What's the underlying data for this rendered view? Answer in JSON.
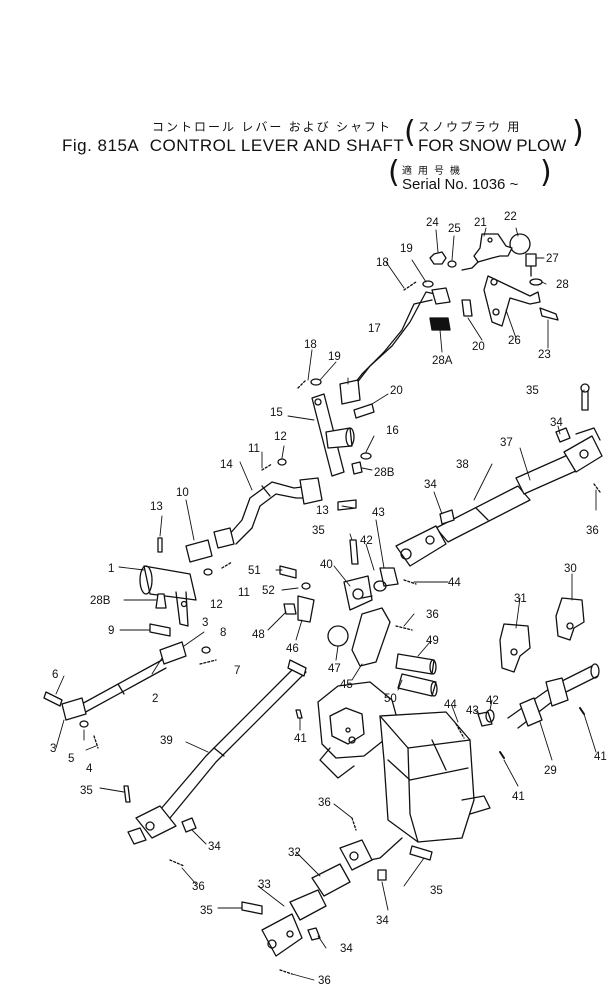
{
  "header": {
    "jp_title": "コントロール レバー および シャフト",
    "jp_subtitle": "スノウプラウ 用",
    "fig_number": "Fig. 815A",
    "title": "CONTROL LEVER AND SHAFT",
    "subtitle": "FOR SNOW PLOW",
    "applicability_jp": "適用号機",
    "serial": "Serial No. 1036 ~"
  },
  "parts": [
    {
      "id": "p1",
      "label": "1",
      "icon": "lever-bracket"
    },
    {
      "id": "p2",
      "label": "2",
      "icon": "rod"
    },
    {
      "id": "p3a",
      "label": "3",
      "icon": "clevis"
    },
    {
      "id": "p3b",
      "label": "3",
      "icon": "clevis"
    },
    {
      "id": "p4",
      "label": "4",
      "icon": "cotter-pin"
    },
    {
      "id": "p5",
      "label": "5",
      "icon": "washer"
    },
    {
      "id": "p6",
      "label": "6",
      "icon": "bolt"
    },
    {
      "id": "p7",
      "label": "7",
      "icon": "cotter-pin"
    },
    {
      "id": "p8",
      "label": "8",
      "icon": "washer"
    },
    {
      "id": "p9",
      "label": "9",
      "icon": "bolt"
    },
    {
      "id": "p10",
      "label": "10",
      "icon": "clevis"
    },
    {
      "id": "p11a",
      "label": "11",
      "icon": "cotter-pin"
    },
    {
      "id": "p11b",
      "label": "11",
      "icon": "cotter-pin"
    },
    {
      "id": "p12a",
      "label": "12",
      "icon": "washer"
    },
    {
      "id": "p12b",
      "label": "12",
      "icon": "washer"
    },
    {
      "id": "p13a",
      "label": "13",
      "icon": "bolt"
    },
    {
      "id": "p13b",
      "label": "13",
      "icon": "bolt"
    },
    {
      "id": "p14",
      "label": "14",
      "icon": "bent-rod"
    },
    {
      "id": "p15",
      "label": "15",
      "icon": "lever"
    },
    {
      "id": "p16",
      "label": "16",
      "icon": "washer"
    },
    {
      "id": "p17",
      "label": "17",
      "icon": "bent-rod"
    },
    {
      "id": "p18a",
      "label": "18",
      "icon": "cotter-pin"
    },
    {
      "id": "p18b",
      "label": "18",
      "icon": "cotter-pin"
    },
    {
      "id": "p19a",
      "label": "19",
      "icon": "washer"
    },
    {
      "id": "p19b",
      "label": "19",
      "icon": "washer"
    },
    {
      "id": "p20a",
      "label": "20",
      "icon": "bolt"
    },
    {
      "id": "p20b",
      "label": "20",
      "icon": "bolt"
    },
    {
      "id": "p21",
      "label": "21",
      "icon": "lever"
    },
    {
      "id": "p22",
      "label": "22",
      "icon": "knob"
    },
    {
      "id": "p23",
      "label": "23",
      "icon": "bolt"
    },
    {
      "id": "p24",
      "label": "24",
      "icon": "nut"
    },
    {
      "id": "p25",
      "label": "25",
      "icon": "washer"
    },
    {
      "id": "p26",
      "label": "26",
      "icon": "bracket"
    },
    {
      "id": "p27",
      "label": "27",
      "icon": "bolt"
    },
    {
      "id": "p28",
      "label": "28",
      "icon": "washer"
    },
    {
      "id": "p28a",
      "label": "28A",
      "icon": "plate"
    },
    {
      "id": "p28b1",
      "label": "28B",
      "icon": "grease-fitting"
    },
    {
      "id": "p28b2",
      "label": "28B",
      "icon": "grease-fitting"
    },
    {
      "id": "p29",
      "label": "29",
      "icon": "shaft"
    },
    {
      "id": "p30",
      "label": "30",
      "icon": "bracket"
    },
    {
      "id": "p31",
      "label": "31",
      "icon": "bracket"
    },
    {
      "id": "p32",
      "label": "32",
      "icon": "square-shaft"
    },
    {
      "id": "p33",
      "label": "33",
      "icon": "universal-joint"
    },
    {
      "id": "p34a",
      "label": "34",
      "icon": "bolt"
    },
    {
      "id": "p34b",
      "label": "34",
      "icon": "bolt"
    },
    {
      "id": "p34c",
      "label": "34",
      "icon": "bolt"
    },
    {
      "id": "p34d",
      "label": "34",
      "icon": "bolt"
    },
    {
      "id": "p34e",
      "label": "34",
      "icon": "bolt"
    },
    {
      "id": "p35a",
      "label": "35",
      "icon": "pin"
    },
    {
      "id": "p35b",
      "label": "35",
      "icon": "pin"
    },
    {
      "id": "p35c",
      "label": "35",
      "icon": "pin"
    },
    {
      "id": "p35d",
      "label": "35",
      "icon": "pin"
    },
    {
      "id": "p35e",
      "label": "35",
      "icon": "pin"
    },
    {
      "id": "p36a",
      "label": "36",
      "icon": "spring-pin"
    },
    {
      "id": "p36b",
      "label": "36",
      "icon": "spring-pin"
    },
    {
      "id": "p36c",
      "label": "36",
      "icon": "spring-pin"
    },
    {
      "id": "p36d",
      "label": "36",
      "icon": "spring-pin"
    },
    {
      "id": "p36e",
      "label": "36",
      "icon": "spring-pin"
    },
    {
      "id": "p37",
      "label": "37",
      "icon": "square-shaft"
    },
    {
      "id": "p38",
      "label": "38",
      "icon": "square-shaft"
    },
    {
      "id": "p39",
      "label": "39",
      "icon": "shaft"
    },
    {
      "id": "p40",
      "label": "40",
      "icon": "lever"
    },
    {
      "id": "p41a",
      "label": "41",
      "icon": "key"
    },
    {
      "id": "p41b",
      "label": "41",
      "icon": "key"
    },
    {
      "id": "p41c",
      "label": "41",
      "icon": "key"
    },
    {
      "id": "p42a",
      "label": "42",
      "icon": "washer"
    },
    {
      "id": "p42b",
      "label": "42",
      "icon": "washer"
    },
    {
      "id": "p43a",
      "label": "43",
      "icon": "nut"
    },
    {
      "id": "p43b",
      "label": "43",
      "icon": "nut"
    },
    {
      "id": "p44a",
      "label": "44",
      "icon": "cotter-pin"
    },
    {
      "id": "p44b",
      "label": "44",
      "icon": "cotter-pin"
    },
    {
      "id": "p45",
      "label": "45",
      "icon": "lever"
    },
    {
      "id": "p46",
      "label": "46",
      "icon": "bracket"
    },
    {
      "id": "p47",
      "label": "47",
      "icon": "ball"
    },
    {
      "id": "p48",
      "label": "48",
      "icon": "nut"
    },
    {
      "id": "p49",
      "label": "49",
      "icon": "pin"
    },
    {
      "id": "p50",
      "label": "50",
      "icon": "pin"
    },
    {
      "id": "p51",
      "label": "51",
      "icon": "bolt"
    },
    {
      "id": "p52",
      "label": "52",
      "icon": "washer"
    }
  ]
}
